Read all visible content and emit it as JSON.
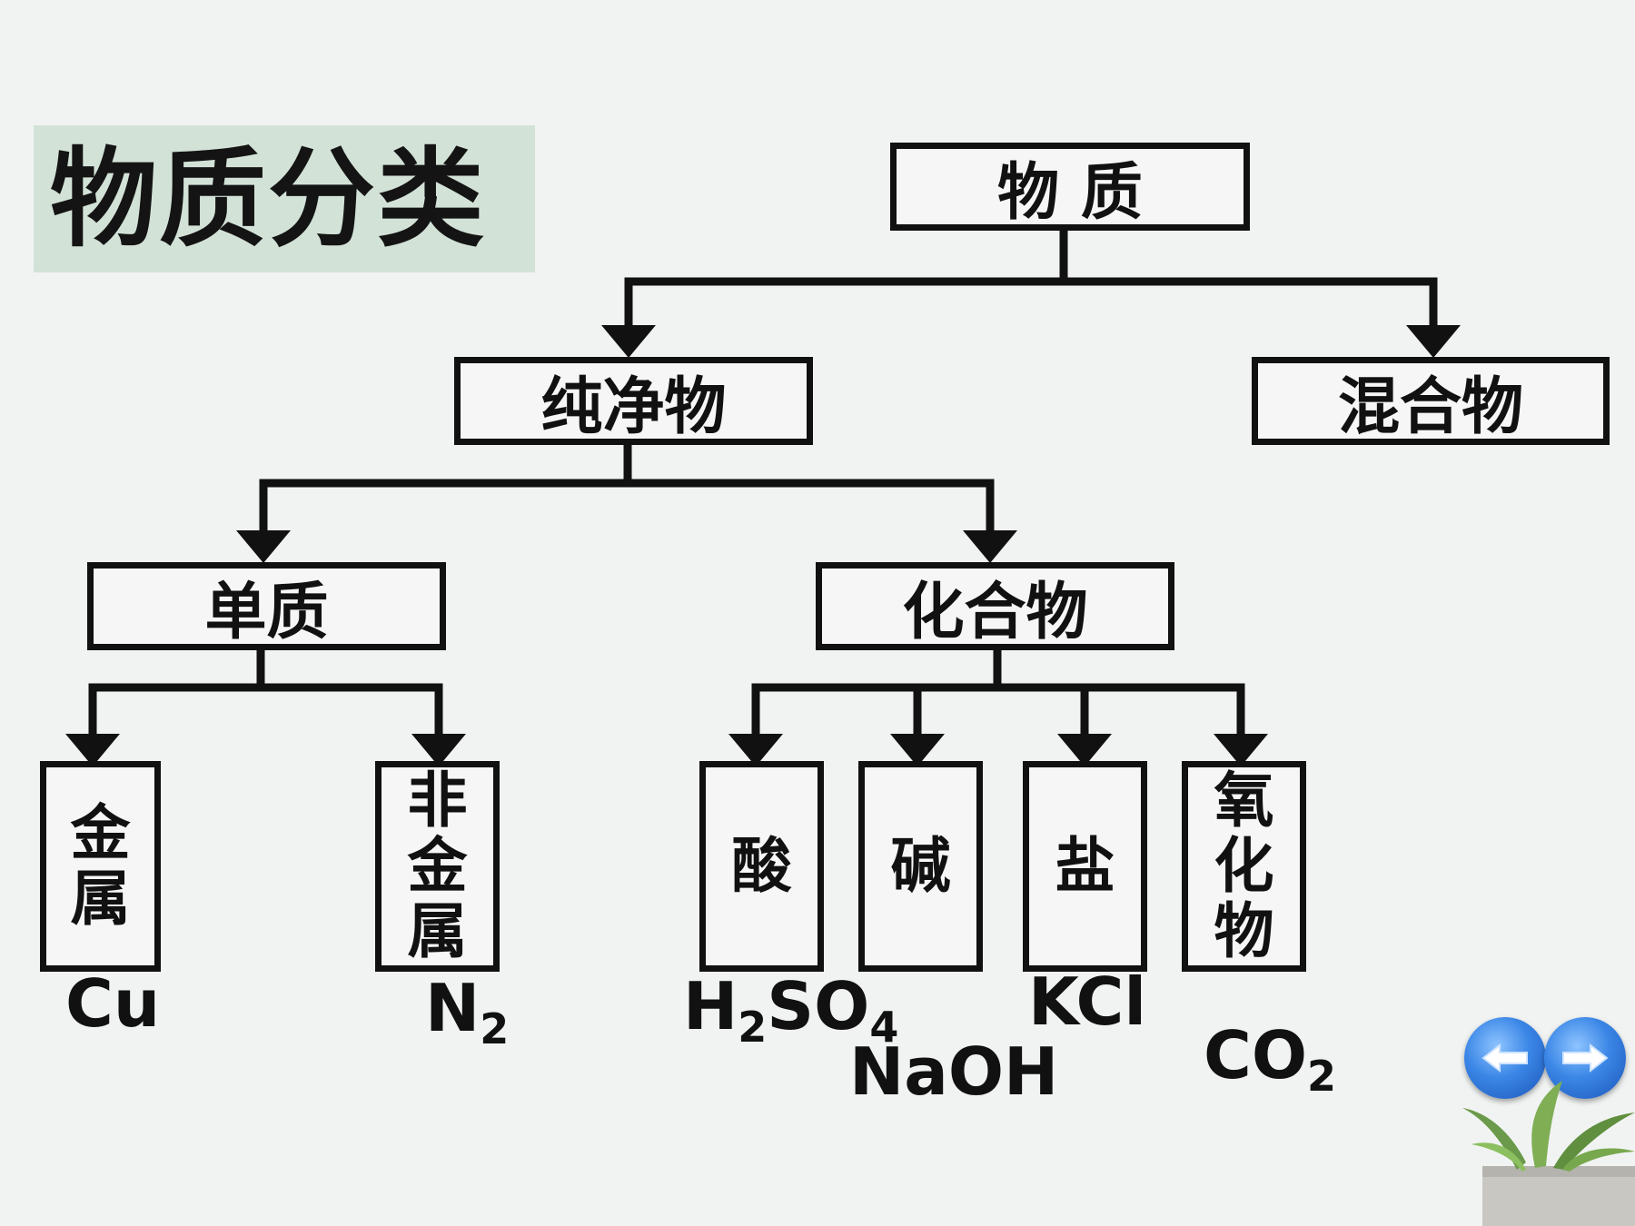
{
  "title": "物质分类",
  "nodes": {
    "matter": "物 质",
    "pure": "纯净物",
    "mixture": "混合物",
    "element": "单质",
    "compound": "化合物",
    "metal": [
      "金",
      "属"
    ],
    "nonmetal": [
      "非",
      "金",
      "属"
    ],
    "acid": "酸",
    "base": "碱",
    "salt": "盐",
    "oxide": [
      "氧",
      "化",
      "物"
    ]
  },
  "examples": {
    "metal": {
      "main": "Cu"
    },
    "nonmetal": {
      "main": "N",
      "sub": "2"
    },
    "acid": {
      "p1": "H",
      "s1": "2",
      "p2": "SO",
      "s2": "4"
    },
    "base": {
      "main": "NaOH"
    },
    "salt": {
      "main": "KCl"
    },
    "oxide": {
      "main": "CO",
      "sub": "2"
    }
  },
  "nav": {
    "prev_icon": "left-arrow-icon",
    "next_icon": "right-arrow-icon"
  },
  "colors": {
    "title_bg": "#d3e2d7",
    "line": "#111111",
    "nav": "#3a86e6"
  }
}
